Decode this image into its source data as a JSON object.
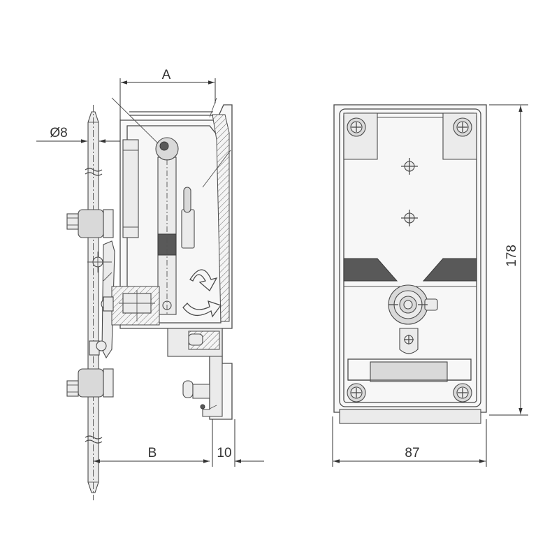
{
  "dimensions": {
    "A": "A",
    "B": "B",
    "diameter": "Ø8",
    "ten": "10",
    "width": "87",
    "height": "178"
  },
  "colors": {
    "line": "#4a4a4a",
    "dark_fill": "#595959",
    "body_fill": "#f7f7f7"
  }
}
